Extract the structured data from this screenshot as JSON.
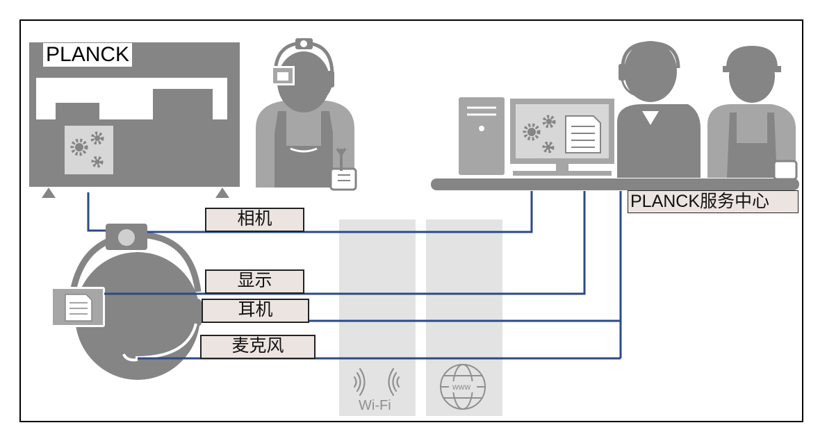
{
  "labels": {
    "machine": "PLANCK",
    "service_center": "PLANCK服务中心",
    "camera": "相机",
    "display": "显示",
    "earphone": "耳机",
    "microphone": "麦克风",
    "wifi": "Wi-Fi",
    "www": "www"
  },
  "icons": {
    "machine": "industrial-machine-icon",
    "field_worker": "worker-with-camera-headset-icon",
    "computer": "computer-workstation-icon",
    "remote_expert": "headset-operator-icon",
    "technician": "hardhat-technician-icon",
    "headset": "smart-headset-icon",
    "wifi": "wifi-signal-icon",
    "globe": "globe-www-icon"
  },
  "colors": {
    "gray": "#858585",
    "light_gray": "#a6a6a6",
    "panel": "#e3e3e3",
    "wire": "#2b4a86",
    "label_fill": "#ece4e0",
    "frame": "#000000"
  }
}
